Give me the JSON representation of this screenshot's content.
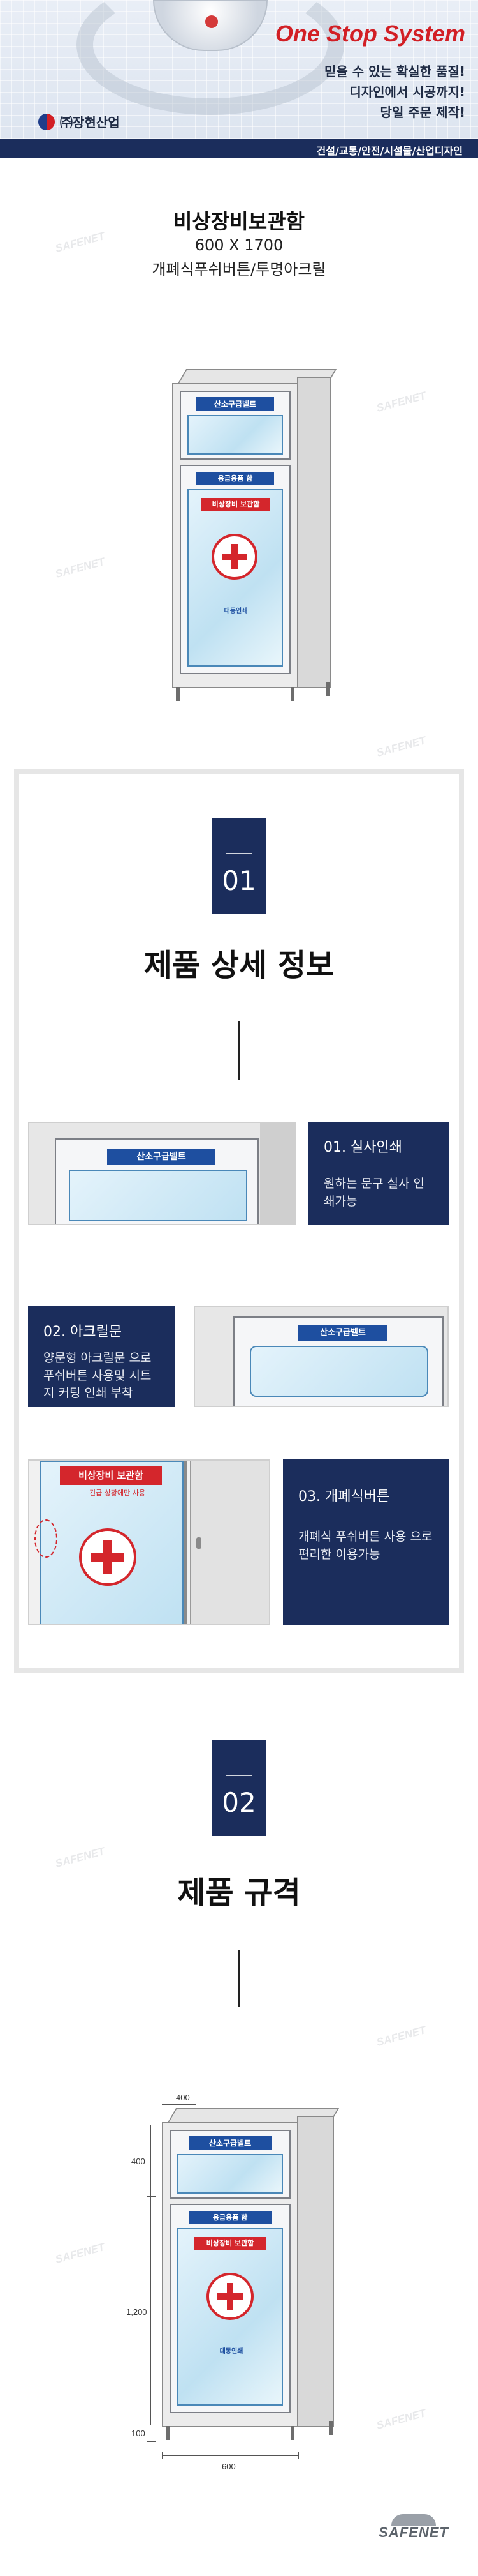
{
  "banner": {
    "title": "One Stop System",
    "lines": [
      "믿을 수 있는 확실한 품질!",
      "디자인에서 시공까지!",
      "당일 주문 제작!"
    ],
    "company": "㈜장현산업",
    "categories": "건설/교통/안전/시설물/산업디자인",
    "colors": {
      "navy": "#1b2d5c",
      "red": "#d21f25"
    }
  },
  "watermark": "SAFENET",
  "product": {
    "title": "비상장비보관함",
    "size": "600 X 1700",
    "description": "개폐식푸쉬버튼/투명아크릴"
  },
  "cabinet_labels": {
    "top_label": "산소구급벨트",
    "bottom_label": "응급용품 함",
    "red_label": "비상장비 보관함",
    "red_sub": "긴급 상황에만 사용",
    "brand": "대동인쇄"
  },
  "section1": {
    "number": "01",
    "title": "제품 상세 정보",
    "details": [
      {
        "title": "01. 실사인쇄",
        "desc": "원하는 문구 실사 인쇄가능"
      },
      {
        "title": "02. 아크릴문",
        "desc": "양문형 아크릴문 으로 푸쉬버튼 사용및 시트지 커팅 인쇄 부착"
      },
      {
        "title": "03. 개폐식버튼",
        "desc": "개폐식 푸쉬버튼 사용 으로 편리한 이용가능"
      }
    ]
  },
  "section2": {
    "number": "02",
    "title": "제품 규격",
    "dimensions": {
      "depth": "400",
      "upper": "400",
      "lower": "1,200",
      "legs": "100",
      "width": "600"
    }
  },
  "footer": {
    "logo": "SAFENET"
  }
}
